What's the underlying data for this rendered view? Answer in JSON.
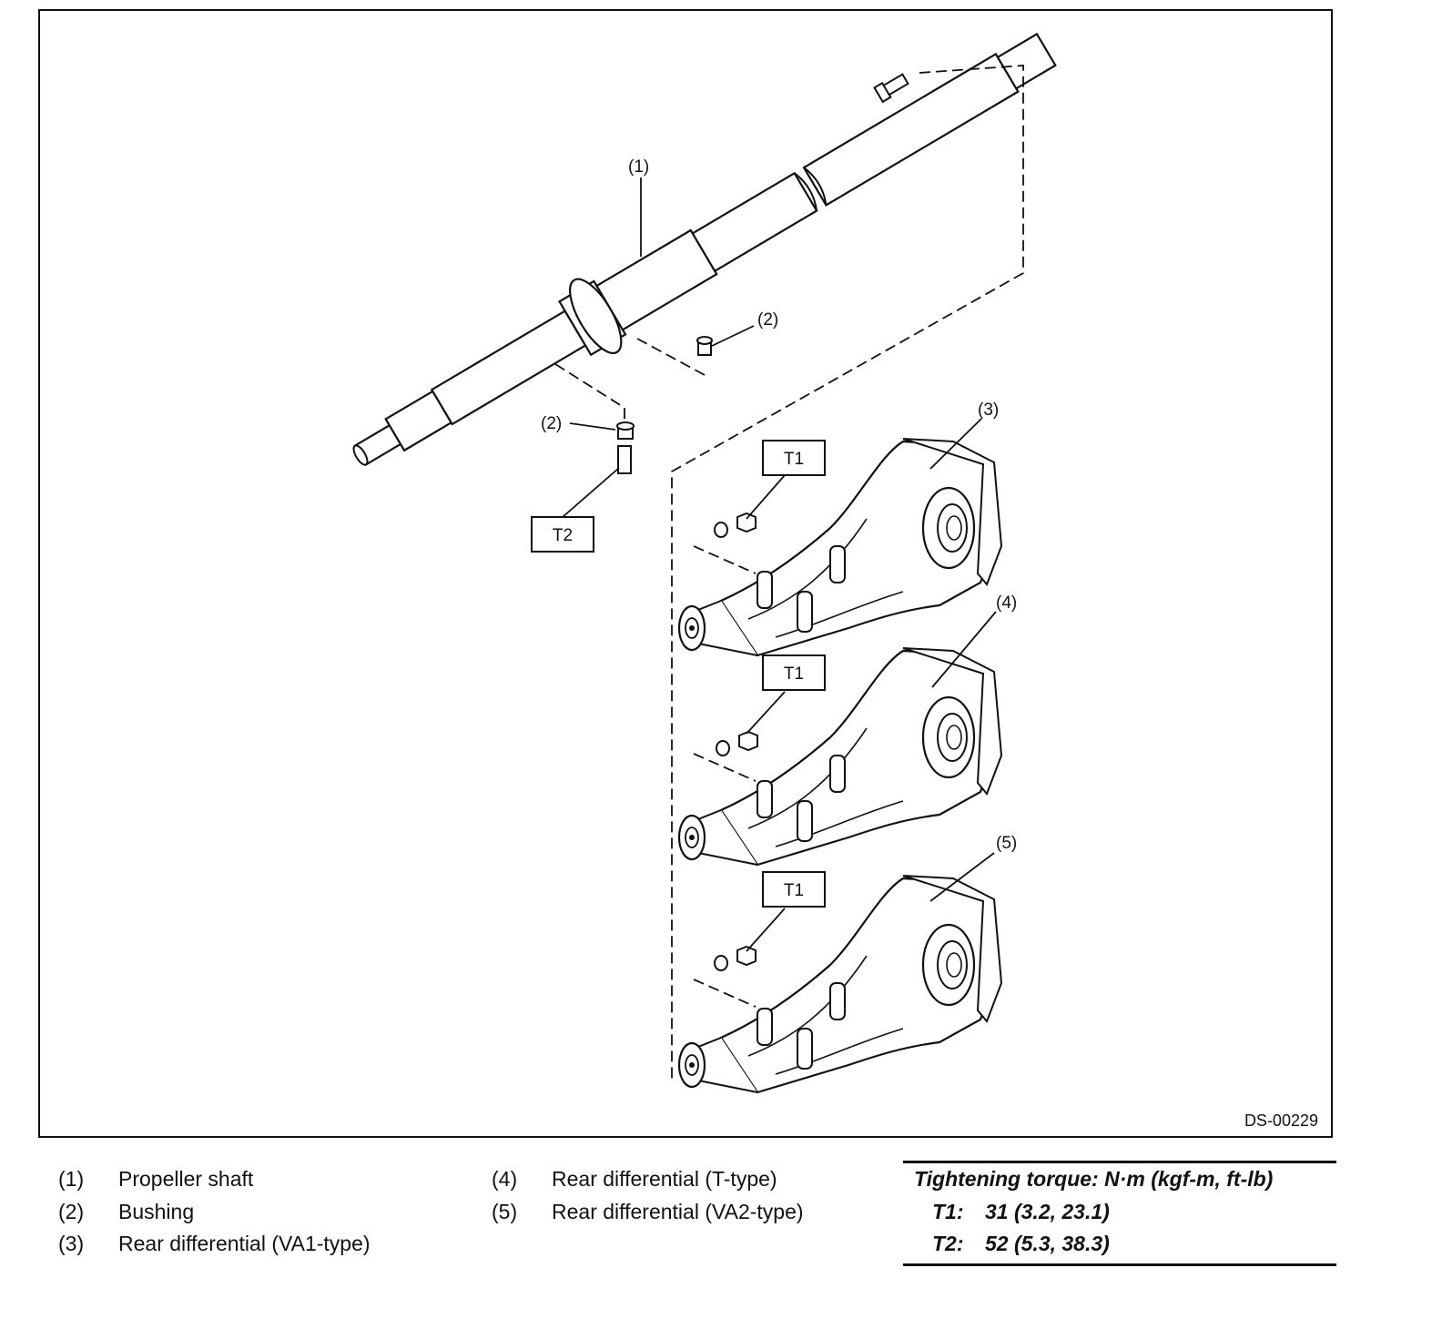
{
  "figure": {
    "id": "DS-00229",
    "callouts": [
      "(1)",
      "(2)",
      "(2)",
      "(3)",
      "(4)",
      "(5)"
    ],
    "torque_boxes": [
      "T1",
      "T1",
      "T1",
      "T2"
    ]
  },
  "legend": [
    {
      "num": "(1)",
      "text": "Propeller shaft"
    },
    {
      "num": "(2)",
      "text": "Bushing"
    },
    {
      "num": "(3)",
      "text": "Rear differential (VA1-type)"
    },
    {
      "num": "(4)",
      "text": "Rear differential (T-type)"
    },
    {
      "num": "(5)",
      "text": "Rear differential (VA2-type)"
    }
  ],
  "torque": {
    "title": "Tightening torque: N·m (kgf-m, ft-lb)",
    "rows": [
      {
        "id": "T1:",
        "value": "31 (3.2, 23.1)"
      },
      {
        "id": "T2:",
        "value": "52 (5.3, 38.3)"
      }
    ]
  }
}
